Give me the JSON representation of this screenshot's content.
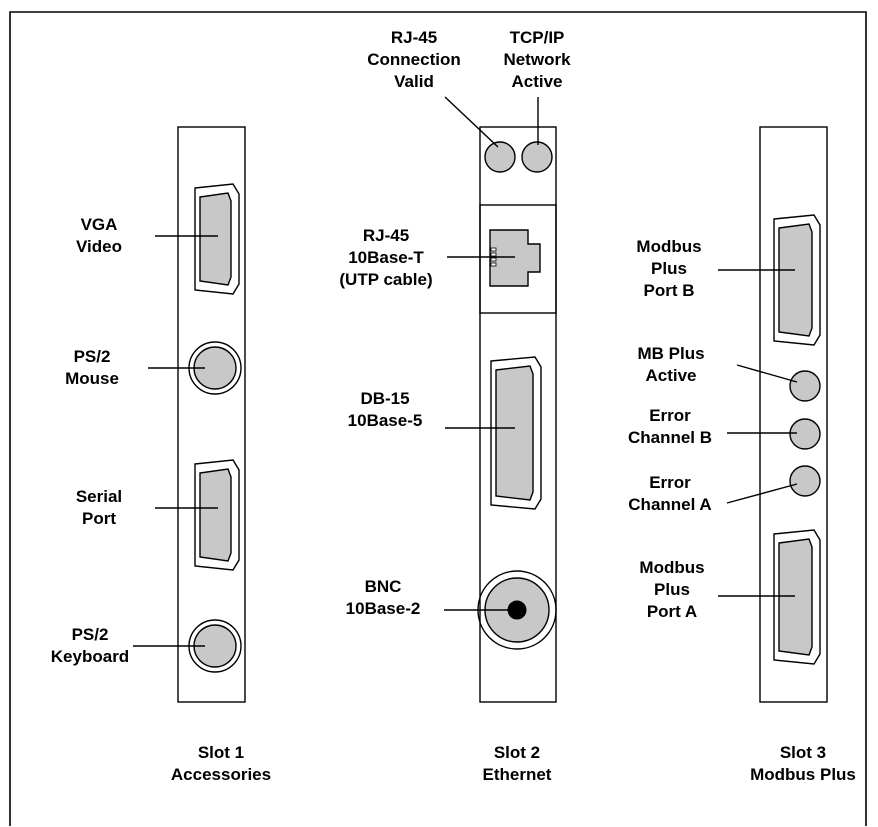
{
  "slots": [
    {
      "id": "slot1",
      "caption": [
        "Slot 1",
        "Accessories"
      ],
      "connectors": [
        {
          "id": "vga",
          "type": "dsub",
          "label": [
            "VGA",
            "Video"
          ]
        },
        {
          "id": "ps2-mouse",
          "type": "round",
          "label": [
            "PS/2",
            "Mouse"
          ]
        },
        {
          "id": "serial",
          "type": "dsub",
          "label": [
            "Serial",
            "Port"
          ]
        },
        {
          "id": "ps2-keyboard",
          "type": "round",
          "label": [
            "PS/2",
            "Keyboard"
          ]
        }
      ]
    },
    {
      "id": "slot2",
      "caption": [
        "Slot 2",
        "Ethernet"
      ],
      "connectors": [
        {
          "id": "led-rj45",
          "type": "led",
          "label": [
            "RJ-45",
            "Connection",
            "Valid"
          ]
        },
        {
          "id": "led-tcpip",
          "type": "led",
          "label": [
            "TCP/IP",
            "Network",
            "Active"
          ]
        },
        {
          "id": "rj45",
          "type": "rj45",
          "label": [
            "RJ-45",
            "10Base-T",
            "(UTP cable)"
          ]
        },
        {
          "id": "db15",
          "type": "dsub",
          "label": [
            "DB-15",
            "10Base-5"
          ]
        },
        {
          "id": "bnc",
          "type": "bnc",
          "label": [
            "BNC",
            "10Base-2"
          ]
        }
      ]
    },
    {
      "id": "slot3",
      "caption": [
        "Slot 3",
        "Modbus Plus"
      ],
      "connectors": [
        {
          "id": "mbp-port-b",
          "type": "dsub",
          "label": [
            "Modbus",
            "Plus",
            "Port B"
          ]
        },
        {
          "id": "mbp-active",
          "type": "led",
          "label": [
            "MB Plus",
            "Active"
          ]
        },
        {
          "id": "err-b",
          "type": "led",
          "label": [
            "Error",
            "Channel B"
          ]
        },
        {
          "id": "err-a",
          "type": "led",
          "label": [
            "Error",
            "Channel A"
          ]
        },
        {
          "id": "mbp-port-a",
          "type": "dsub",
          "label": [
            "Modbus",
            "Plus",
            "Port A"
          ]
        }
      ]
    }
  ],
  "colors": {
    "stroke": "#000000",
    "connector_fill": "#c8c8c8",
    "panel_fill": "#ffffff",
    "background": "#ffffff"
  }
}
